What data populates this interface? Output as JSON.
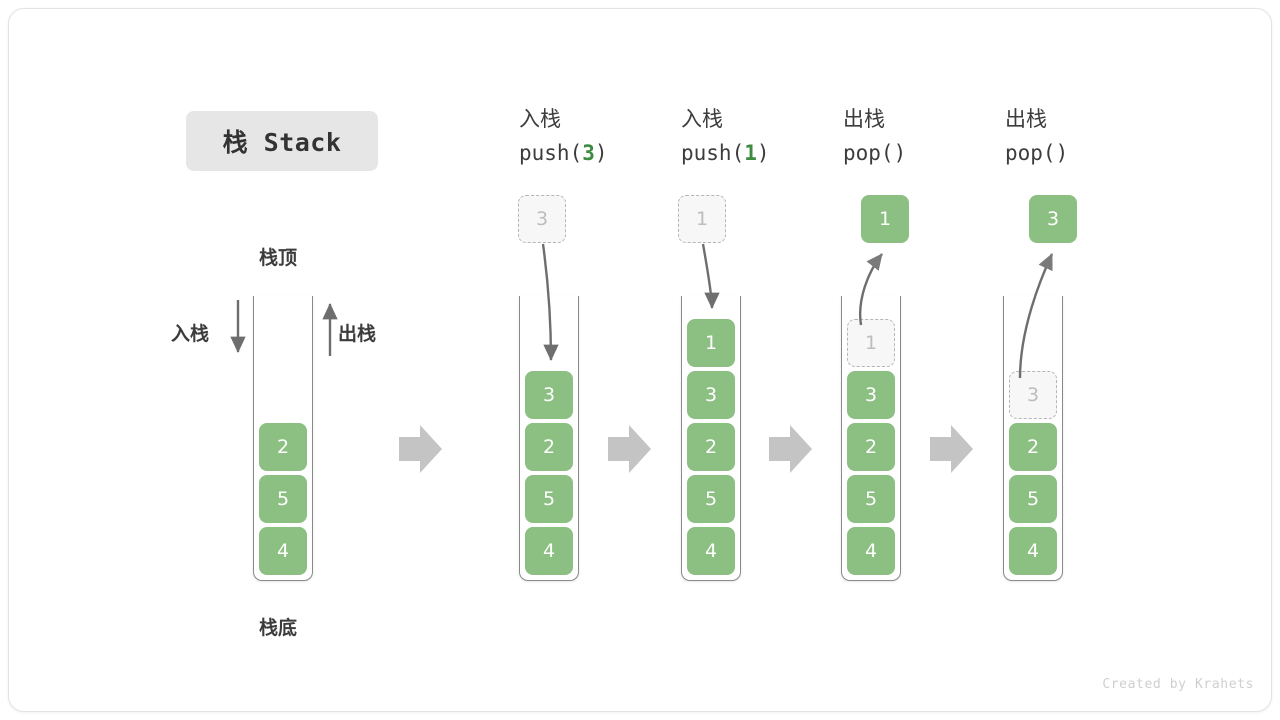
{
  "title": {
    "text": "栈 Stack"
  },
  "legend": {
    "top_label": "栈顶",
    "bottom_label": "栈底",
    "push_label": "入栈",
    "pop_label": "出栈"
  },
  "initial_stack": {
    "cells": [
      "2",
      "5",
      "4"
    ]
  },
  "steps": [
    {
      "cn": "入栈",
      "code_prefix": "push(",
      "code_arg": "3",
      "code_suffix": ")",
      "op": "push",
      "incoming_value": "3",
      "cells": [
        "3",
        "2",
        "5",
        "4"
      ],
      "ghost_index": -1
    },
    {
      "cn": "入栈",
      "code_prefix": "push(",
      "code_arg": "1",
      "code_suffix": ")",
      "op": "push",
      "incoming_value": "1",
      "cells": [
        "1",
        "3",
        "2",
        "5",
        "4"
      ],
      "ghost_index": -1
    },
    {
      "cn": "出栈",
      "code_prefix": "pop(",
      "code_arg": "",
      "code_suffix": ")",
      "op": "pop",
      "outgoing_value": "1",
      "cells": [
        "1",
        "3",
        "2",
        "5",
        "4"
      ],
      "ghost_index": 0
    },
    {
      "cn": "出栈",
      "code_prefix": "pop(",
      "code_arg": "",
      "code_suffix": ")",
      "op": "pop",
      "outgoing_value": "3",
      "cells": [
        "3",
        "2",
        "5",
        "4"
      ],
      "ghost_index": 0
    }
  ],
  "footer": {
    "credit": "Created by Krahets"
  },
  "colors": {
    "cell_fill": "#8cc082",
    "cell_text": "#ffffff",
    "ghost_fill": "#f7f7f7",
    "ghost_border": "#b5b5b5",
    "ghost_text": "#bdbdbd",
    "arrow_gray": "#7a7a7a",
    "flow_arrow": "#c4c4c4",
    "title_chip_bg": "#e6e6e6",
    "label_text": "#3c3c3c",
    "code_arg": "#3d8a40",
    "tube_stroke": "#8a8a8a",
    "footer_text": "#cfcfcf"
  }
}
